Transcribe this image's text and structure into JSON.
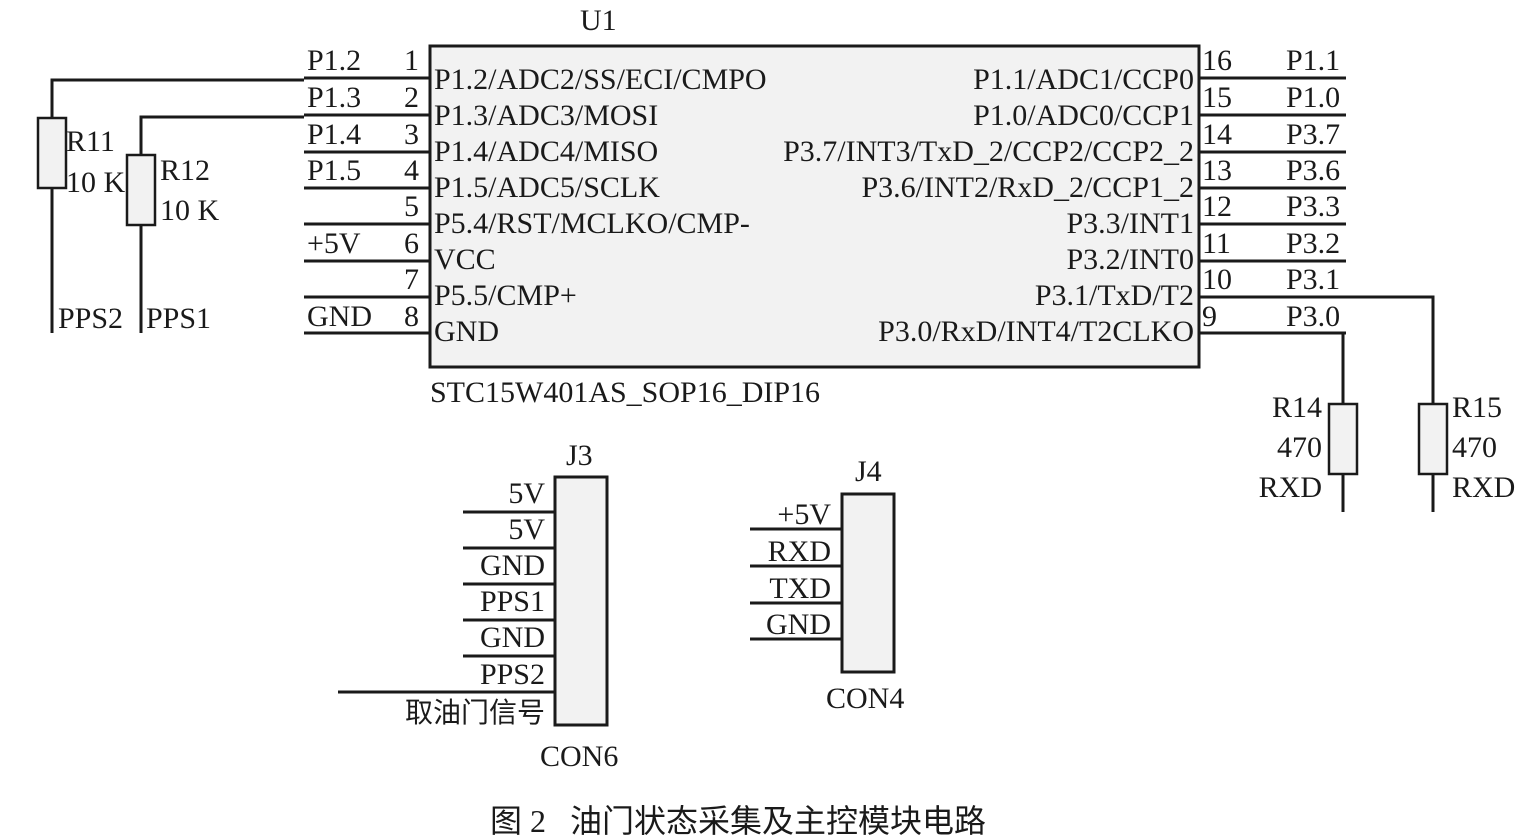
{
  "u1": {
    "ref": "U1",
    "part": "STC15W401AS_SOP16_DIP16",
    "left_pins": [
      {
        "num": "1",
        "name": "P1.2/ADC2/SS/ECI/CMPO",
        "net": "P1.2"
      },
      {
        "num": "2",
        "name": "P1.3/ADC3/MOSI",
        "net": "P1.3"
      },
      {
        "num": "3",
        "name": "P1.4/ADC4/MISO",
        "net": "P1.4"
      },
      {
        "num": "4",
        "name": "P1.5/ADC5/SCLK",
        "net": "P1.5"
      },
      {
        "num": "5",
        "name": "P5.4/RST/MCLKO/CMP-",
        "net": ""
      },
      {
        "num": "6",
        "name": "VCC",
        "net": "+5V"
      },
      {
        "num": "7",
        "name": "P5.5/CMP+",
        "net": ""
      },
      {
        "num": "8",
        "name": "GND",
        "net": "GND"
      }
    ],
    "right_pins": [
      {
        "num": "16",
        "name": "P1.1/ADC1/CCP0",
        "net": "P1.1"
      },
      {
        "num": "15",
        "name": "P1.0/ADC0/CCP1",
        "net": "P1.0"
      },
      {
        "num": "14",
        "name": "P3.7/INT3/TxD_2/CCP2/CCP2_2",
        "net": "P3.7"
      },
      {
        "num": "13",
        "name": "P3.6/INT2/RxD_2/CCP1_2",
        "net": "P3.6"
      },
      {
        "num": "12",
        "name": "P3.3/INT1",
        "net": "P3.3"
      },
      {
        "num": "11",
        "name": "P3.2/INT0",
        "net": "P3.2"
      },
      {
        "num": "10",
        "name": "P3.1/TxD/T2",
        "net": "P3.1"
      },
      {
        "num": "9",
        "name": "P3.0/RxD/INT4/T2CLKO",
        "net": "P3.0"
      }
    ]
  },
  "resistors": [
    {
      "ref": "R11",
      "value": "10 K",
      "net": "PPS2"
    },
    {
      "ref": "R12",
      "value": "10 K",
      "net": "PPS1"
    },
    {
      "ref": "R14",
      "value": "470",
      "net": "RXD"
    },
    {
      "ref": "R15",
      "value": "470",
      "net": "RXD"
    }
  ],
  "j3": {
    "ref": "J3",
    "type": "CON6",
    "pins": [
      "5V",
      "5V",
      "GND",
      "PPS1",
      "GND",
      "PPS2"
    ],
    "extra": "取油门信号"
  },
  "j4": {
    "ref": "J4",
    "type": "CON4",
    "pins": [
      "+5V",
      "RXD",
      "TXD",
      "GND"
    ]
  },
  "caption": "图 2   油门状态采集及主控模块电路"
}
